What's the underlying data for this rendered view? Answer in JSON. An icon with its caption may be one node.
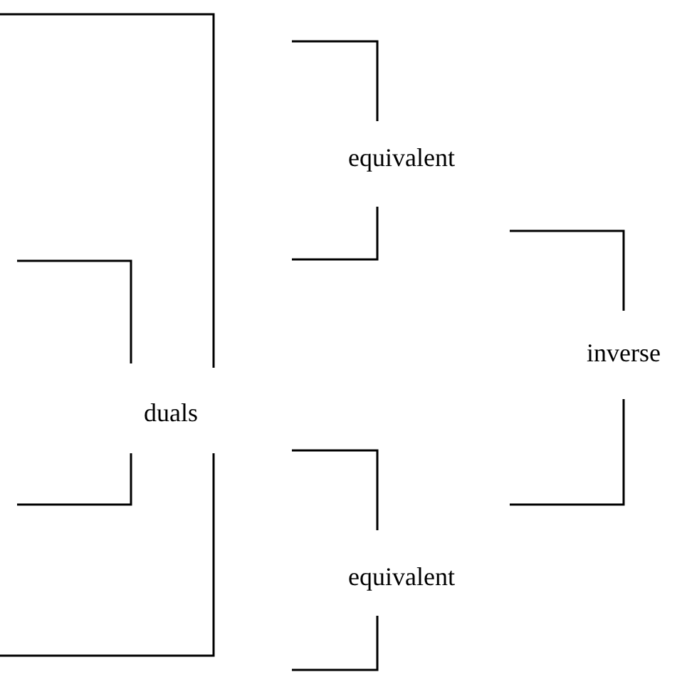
{
  "diagram": {
    "labels": [
      "equivalent",
      "inverse",
      "duals",
      "equivalent"
    ]
  }
}
